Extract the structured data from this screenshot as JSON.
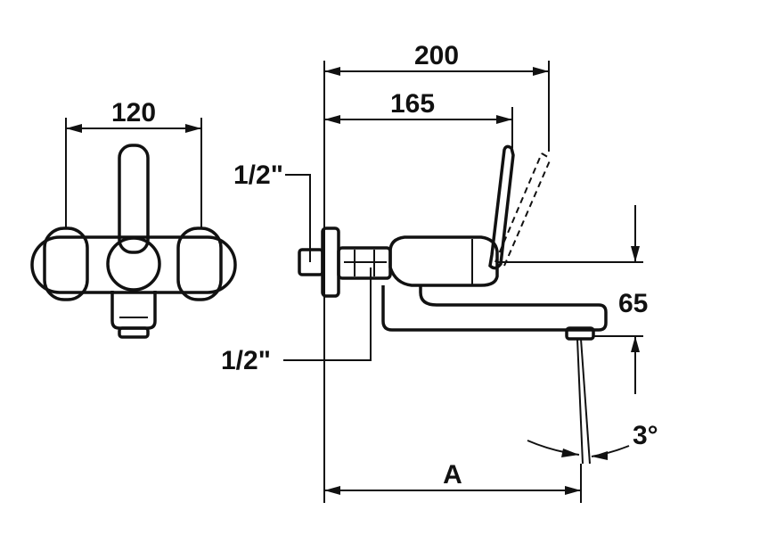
{
  "dimensions": {
    "total_length": "200",
    "handle_length": "165",
    "body_width": "120",
    "spout_height": "65",
    "spout_angle": "3°",
    "projection": "A",
    "inlet_thread_top": "1/2\"",
    "inlet_thread_bottom": "1/2\""
  },
  "colors": {
    "line": "#111111",
    "background": "#ffffff"
  }
}
